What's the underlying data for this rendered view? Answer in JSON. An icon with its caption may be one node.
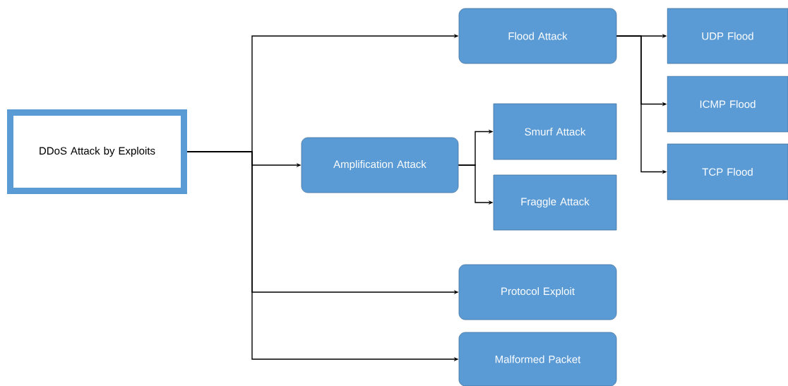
{
  "diagram": {
    "nodes": [
      {
        "text": [
          "DDoS Attack by Exploits"
        ]
      },
      {
        "text": [
          "Flood Attack"
        ]
      },
      {
        "text": [
          "UDP Flood"
        ]
      },
      {
        "text": [
          "ICMP Flood"
        ]
      },
      {
        "text": [
          "TCP Flood"
        ]
      },
      {
        "text": [
          "Amplification Attack"
        ]
      },
      {
        "text": [
          "Smurf Attack"
        ]
      },
      {
        "text": [
          "Fraggle Attack"
        ]
      },
      {
        "text": [
          "Protocol Exploit"
        ]
      },
      {
        "text": [
          "Malformed Packet"
        ]
      }
    ],
    "edges": [
      {
        "from": 0,
        "to": 1,
        "arrow": "to"
      },
      {
        "from": 0,
        "to": 5,
        "arrow": "to"
      },
      {
        "from": 0,
        "to": 8,
        "arrow": "to"
      },
      {
        "from": 0,
        "to": 9,
        "arrow": "to"
      },
      {
        "from": 1,
        "to": 2,
        "arrow": "to"
      },
      {
        "from": 1,
        "to": 3,
        "arrow": "to"
      },
      {
        "from": 1,
        "to": 4,
        "arrow": "to"
      },
      {
        "from": 5,
        "to": 6,
        "arrow": "to"
      },
      {
        "from": 5,
        "to": 7,
        "arrow": "to"
      }
    ]
  }
}
